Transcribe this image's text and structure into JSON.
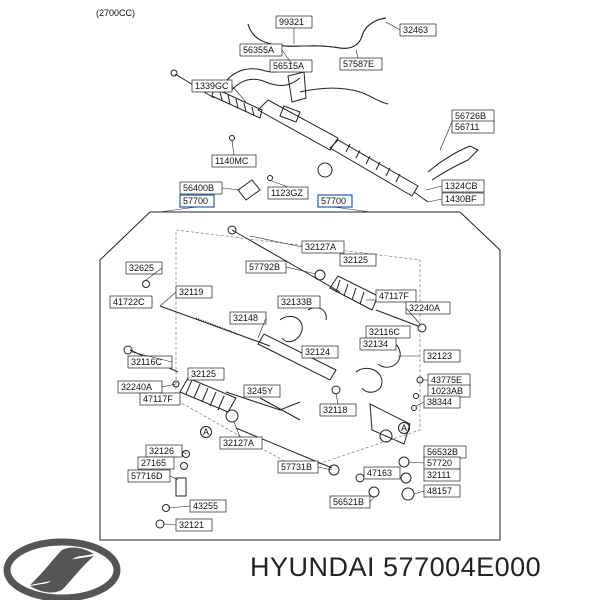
{
  "header": {
    "variant": "(2700CC)"
  },
  "labels": [
    {
      "id": "99321",
      "text": "99321"
    },
    {
      "id": "32463",
      "text": "32463"
    },
    {
      "id": "56355A",
      "text": "56355A"
    },
    {
      "id": "57587E",
      "text": "57587E"
    },
    {
      "id": "56515A",
      "text": "56515A"
    },
    {
      "id": "1339GC",
      "text": "1339GC"
    },
    {
      "id": "56726B",
      "text": "56726B"
    },
    {
      "id": "56711",
      "text": "56711"
    },
    {
      "id": "1140MC",
      "text": "1140MC"
    },
    {
      "id": "1324CB",
      "text": "1324CB"
    },
    {
      "id": "56400B",
      "text": "56400B"
    },
    {
      "id": "57700a",
      "text": "57700"
    },
    {
      "id": "1123GZ",
      "text": "1123GZ"
    },
    {
      "id": "57700b",
      "text": "57700"
    },
    {
      "id": "1430BF",
      "text": "1430BF"
    },
    {
      "id": "32127A_top",
      "text": "32127A"
    },
    {
      "id": "32625",
      "text": "32625"
    },
    {
      "id": "57792B",
      "text": "57792B"
    },
    {
      "id": "32125_top",
      "text": "32125"
    },
    {
      "id": "47117F_top",
      "text": "47117F"
    },
    {
      "id": "41722C",
      "text": "41722C"
    },
    {
      "id": "32119",
      "text": "32119"
    },
    {
      "id": "32133B",
      "text": "32133B"
    },
    {
      "id": "32240A_top",
      "text": "32240A"
    },
    {
      "id": "32148",
      "text": "32148"
    },
    {
      "id": "32116C_top",
      "text": "32116C"
    },
    {
      "id": "32134",
      "text": "32134"
    },
    {
      "id": "32124",
      "text": "32124"
    },
    {
      "id": "32123",
      "text": "32123"
    },
    {
      "id": "32116C_bot",
      "text": "32116C"
    },
    {
      "id": "32125_bot",
      "text": "32125"
    },
    {
      "id": "43775E",
      "text": "43775E"
    },
    {
      "id": "32240A_bot",
      "text": "32240A"
    },
    {
      "id": "3245Y",
      "text": "3245Y"
    },
    {
      "id": "1023AB",
      "text": "1023AB"
    },
    {
      "id": "47117F_bot",
      "text": "47117F"
    },
    {
      "id": "38344",
      "text": "38344"
    },
    {
      "id": "32118",
      "text": "32118"
    },
    {
      "id": "32127A_bot",
      "text": "32127A"
    },
    {
      "id": "32126",
      "text": "32126"
    },
    {
      "id": "27165",
      "text": "27165"
    },
    {
      "id": "56532B",
      "text": "56532B"
    },
    {
      "id": "57720",
      "text": "57720"
    },
    {
      "id": "57716D",
      "text": "57716D"
    },
    {
      "id": "57731B",
      "text": "57731B"
    },
    {
      "id": "47163",
      "text": "47163"
    },
    {
      "id": "32111",
      "text": "32111"
    },
    {
      "id": "48157",
      "text": "48157"
    },
    {
      "id": "43255",
      "text": "43255"
    },
    {
      "id": "56521B",
      "text": "56521B"
    },
    {
      "id": "32121",
      "text": "32121"
    }
  ],
  "callouts": [
    {
      "text": "A"
    },
    {
      "text": "A"
    }
  ],
  "brand": {
    "name": "HYUNDAI",
    "part_number": "577004E000"
  }
}
